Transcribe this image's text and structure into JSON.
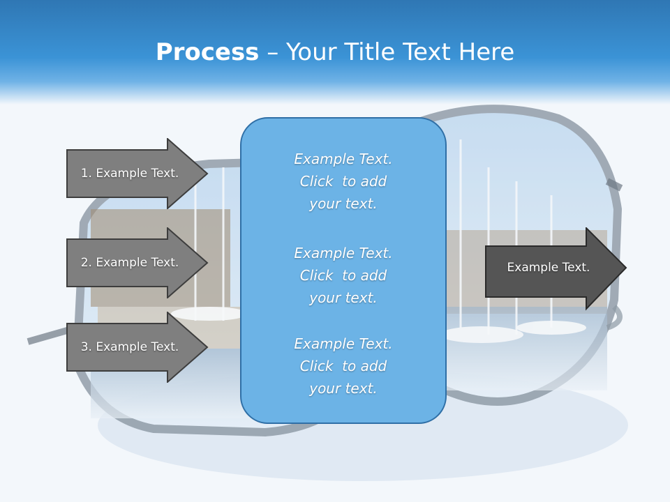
{
  "title": {
    "bold": "Process",
    "rest": " – Your Title Text Here"
  },
  "left_arrows": [
    {
      "label": "1. Example Text."
    },
    {
      "label": "2. Example Text."
    },
    {
      "label": "3. Example Text."
    }
  ],
  "center_blocks": [
    {
      "line1": "Example Text.",
      "line2": "Click  to add",
      "line3": "your text."
    },
    {
      "line1": "Example Text.",
      "line2": "Click  to add",
      "line3": "your text."
    },
    {
      "line1": "Example Text.",
      "line2": "Click  to add",
      "line3": "your text."
    }
  ],
  "right_arrow": {
    "label": "Example Text."
  },
  "colors": {
    "title_bar": "#3b93d6",
    "arrow_gray": "#7f7f7f",
    "arrow_dark": "#555555",
    "center_box": "#6cb3e6",
    "center_border": "#2f6fa6"
  }
}
